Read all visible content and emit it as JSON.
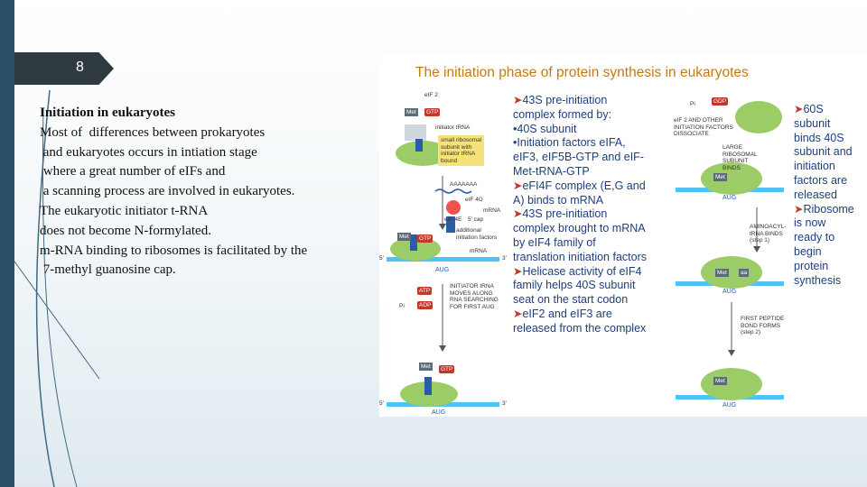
{
  "slide": {
    "number": "8"
  },
  "text": {
    "lines": [
      "Initiation in eukaryotes",
      "Most of  differences between prokaryotes",
      " and eukaryotes occurs in intiation stage",
      " where a great number of eIFs and",
      " a scanning process are involved in eukaryotes.",
      "The eukaryotic initiator t-RNA",
      "does not become N-formylated.",
      "m-RNA binding to ribosomes is facilitated by the",
      " 7-methyl guanosine cap."
    ]
  },
  "figure": {
    "title": "The initiation phase of  protein synthesis in eukaryotes",
    "middle_column": [
      "43S pre-initiation",
      "complex formed by:",
      "",
      "40S subunit",
      "",
      "Initiation factors eIFA,",
      "eIF3, eIF5B-GTP and eIF-",
      "Met-tRNA-GTP",
      "",
      "eFI4F complex (E,G and",
      "A) binds to mRNA",
      "",
      "43S pre-initiation",
      "complex brought to mRNA",
      "by eIF4 family of",
      "translation initiation factors",
      "",
      "Helicase activity of eIF4",
      "family helps 40S subunit",
      "seat on the start codon",
      "",
      "eIF2 and eIF3 are",
      "released from the complex"
    ],
    "right_column": [
      "60S",
      "subunit",
      "binds 40S",
      "subunit and",
      "initiation",
      "factors are",
      "released",
      "",
      "Ribosome",
      "is now",
      "ready to",
      "begin",
      "protein",
      "synthesis"
    ],
    "left_panel": {
      "eif2": "eIF 2",
      "met": "Met",
      "gtp": "GTP",
      "initiator": "initiator tRNA",
      "note": "small ribosomal\nsubunit with\ninitiator tRNA\nbound",
      "aaaa": "AAAAAAA",
      "eif4g": "eIF 4G",
      "eif4e": "eIF-4E",
      "cap": "5' cap",
      "mrna_small": "mRNA",
      "additional": "additional\ninitiation factors",
      "five_prime": "5'",
      "mrna": "mRNA",
      "three_prime": "3'",
      "aug": "AUG",
      "atp": "ATP",
      "adp": "ADP",
      "pi": "Pi",
      "moves": "INITIATOR tRNA\nMOVES ALONG\nRNA SEARCHING\nFOR FIRST AUG"
    },
    "right_panel": {
      "pi": "Pi",
      "gdp": "GDP",
      "dissociate": "eIF 2 AND OTHER\nINITIATION FACTORS\nDISSOCIATE",
      "large": "LARGE\nRIBOSOMAL\nSUBUNIT\nBINDS",
      "aminoacyl": "AMINOACYL-\ntRNA BINDS\n(step 1)",
      "first_peptide": "FIRST PEPTIDE\nBOND FORMS\n(step 2)",
      "met": "Met",
      "aa": "aa",
      "aug": "AUG"
    }
  }
}
